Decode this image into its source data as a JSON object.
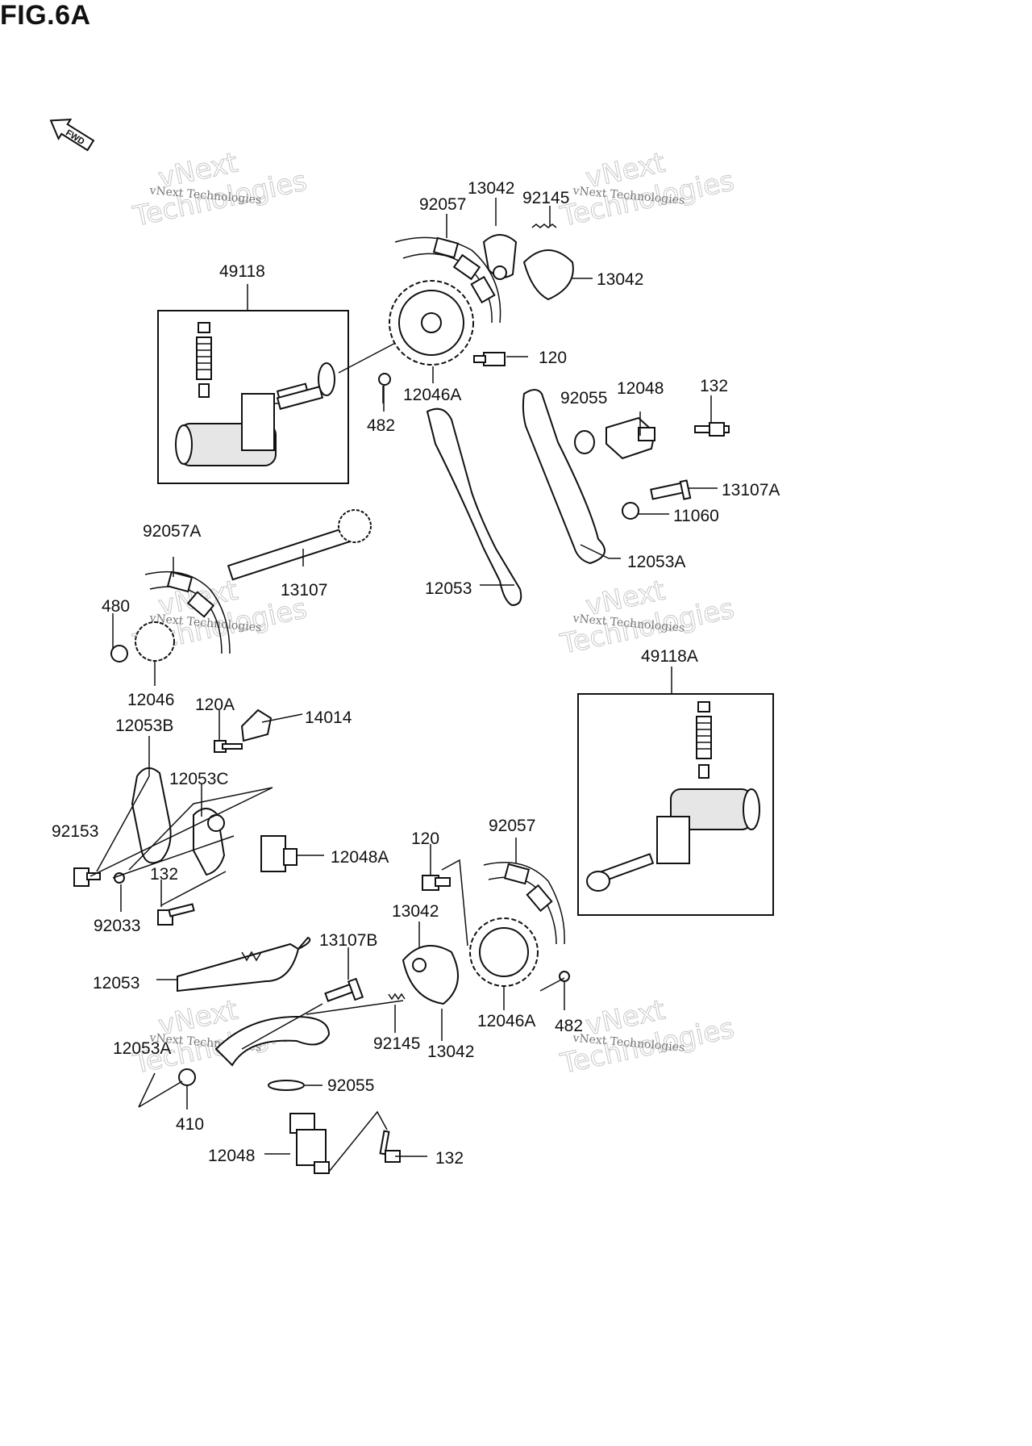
{
  "figure": {
    "title": "FIG.6A"
  },
  "fwd_icon": {
    "text": "FWD",
    "icon": "forward-arrow-icon"
  },
  "watermark": {
    "line1": "vNext",
    "line2": "Technologies",
    "small": "vNext Technologies"
  },
  "labels": [
    {
      "id": "92057-top",
      "text": "92057"
    },
    {
      "id": "13042-top",
      "text": "13042"
    },
    {
      "id": "92145-top",
      "text": "92145"
    },
    {
      "id": "13042-right",
      "text": "13042"
    },
    {
      "id": "49118",
      "text": "49118"
    },
    {
      "id": "120-top",
      "text": "120"
    },
    {
      "id": "12046A-top",
      "text": "12046A"
    },
    {
      "id": "482-top",
      "text": "482"
    },
    {
      "id": "92055-top",
      "text": "92055"
    },
    {
      "id": "12048-top",
      "text": "12048"
    },
    {
      "id": "132-top",
      "text": "132"
    },
    {
      "id": "13107A",
      "text": "13107A"
    },
    {
      "id": "11060",
      "text": "11060"
    },
    {
      "id": "12053A-top",
      "text": "12053A"
    },
    {
      "id": "12053-top",
      "text": "12053"
    },
    {
      "id": "92057A",
      "text": "92057A"
    },
    {
      "id": "13107",
      "text": "13107"
    },
    {
      "id": "480",
      "text": "480"
    },
    {
      "id": "12046",
      "text": "12046"
    },
    {
      "id": "49118A",
      "text": "49118A"
    },
    {
      "id": "120A",
      "text": "120A"
    },
    {
      "id": "14014",
      "text": "14014"
    },
    {
      "id": "12053B",
      "text": "12053B"
    },
    {
      "id": "12053C",
      "text": "12053C"
    },
    {
      "id": "92153",
      "text": "92153"
    },
    {
      "id": "12048A",
      "text": "12048A"
    },
    {
      "id": "132-mid",
      "text": "132"
    },
    {
      "id": "92033",
      "text": "92033"
    },
    {
      "id": "120-bot",
      "text": "120"
    },
    {
      "id": "92057-bot",
      "text": "92057"
    },
    {
      "id": "13042-bot",
      "text": "13042"
    },
    {
      "id": "13107B",
      "text": "13107B"
    },
    {
      "id": "12053-bot",
      "text": "12053"
    },
    {
      "id": "92145-bot",
      "text": "92145"
    },
    {
      "id": "13042-bot2",
      "text": "13042"
    },
    {
      "id": "12046A-bot",
      "text": "12046A"
    },
    {
      "id": "482-bot",
      "text": "482"
    },
    {
      "id": "12053A-bot",
      "text": "12053A"
    },
    {
      "id": "92055-bot",
      "text": "92055"
    },
    {
      "id": "410",
      "text": "410"
    },
    {
      "id": "12048-bot",
      "text": "12048"
    },
    {
      "id": "132-bot",
      "text": "132"
    }
  ]
}
